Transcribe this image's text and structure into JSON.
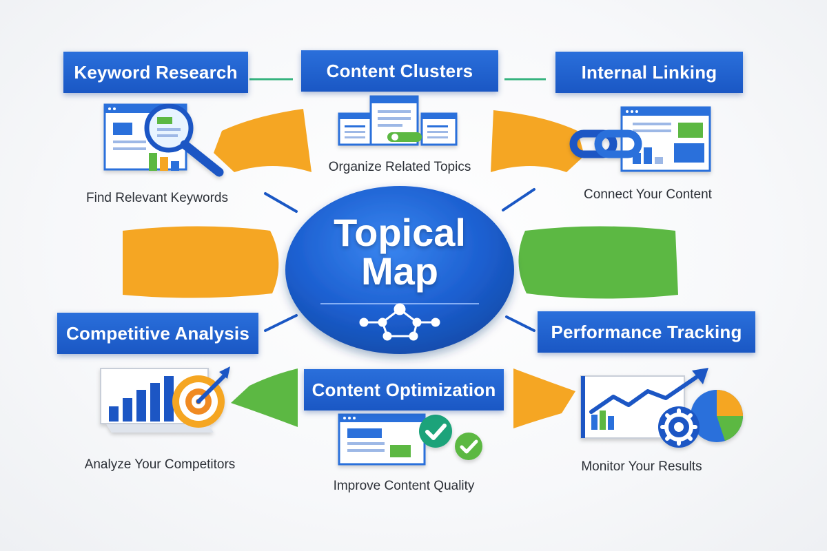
{
  "diagram": {
    "center": {
      "title_line1": "Topical",
      "title_line2": "Map",
      "icon": "network-nodes-icon"
    },
    "nodes": [
      {
        "id": "keyword-research",
        "title": "Keyword Research",
        "caption": "Find Relevant Keywords",
        "icon": "magnifier-report-icon"
      },
      {
        "id": "content-clusters",
        "title": "Content Clusters",
        "caption": "Organize Related Topics",
        "icon": "linked-pages-icon"
      },
      {
        "id": "internal-linking",
        "title": "Internal Linking",
        "caption": "Connect Your Content",
        "icon": "chain-link-icon"
      },
      {
        "id": "competitive-analysis",
        "title": "Competitive Analysis",
        "caption": "Analyze Your Competitors",
        "icon": "bar-chart-target-icon"
      },
      {
        "id": "content-optimization",
        "title": "Content Optimization",
        "caption": "Improve Content Quality",
        "icon": "checkmark-badges-icon"
      },
      {
        "id": "performance-tracking",
        "title": "Performance Tracking",
        "caption": "Monitor Your Results",
        "icon": "trend-chart-gear-icon"
      }
    ],
    "colors": {
      "primary_blue": "#1a57c4",
      "accent_orange": "#f5a623",
      "accent_green": "#5cb843",
      "connector_green": "#36b37e"
    }
  }
}
